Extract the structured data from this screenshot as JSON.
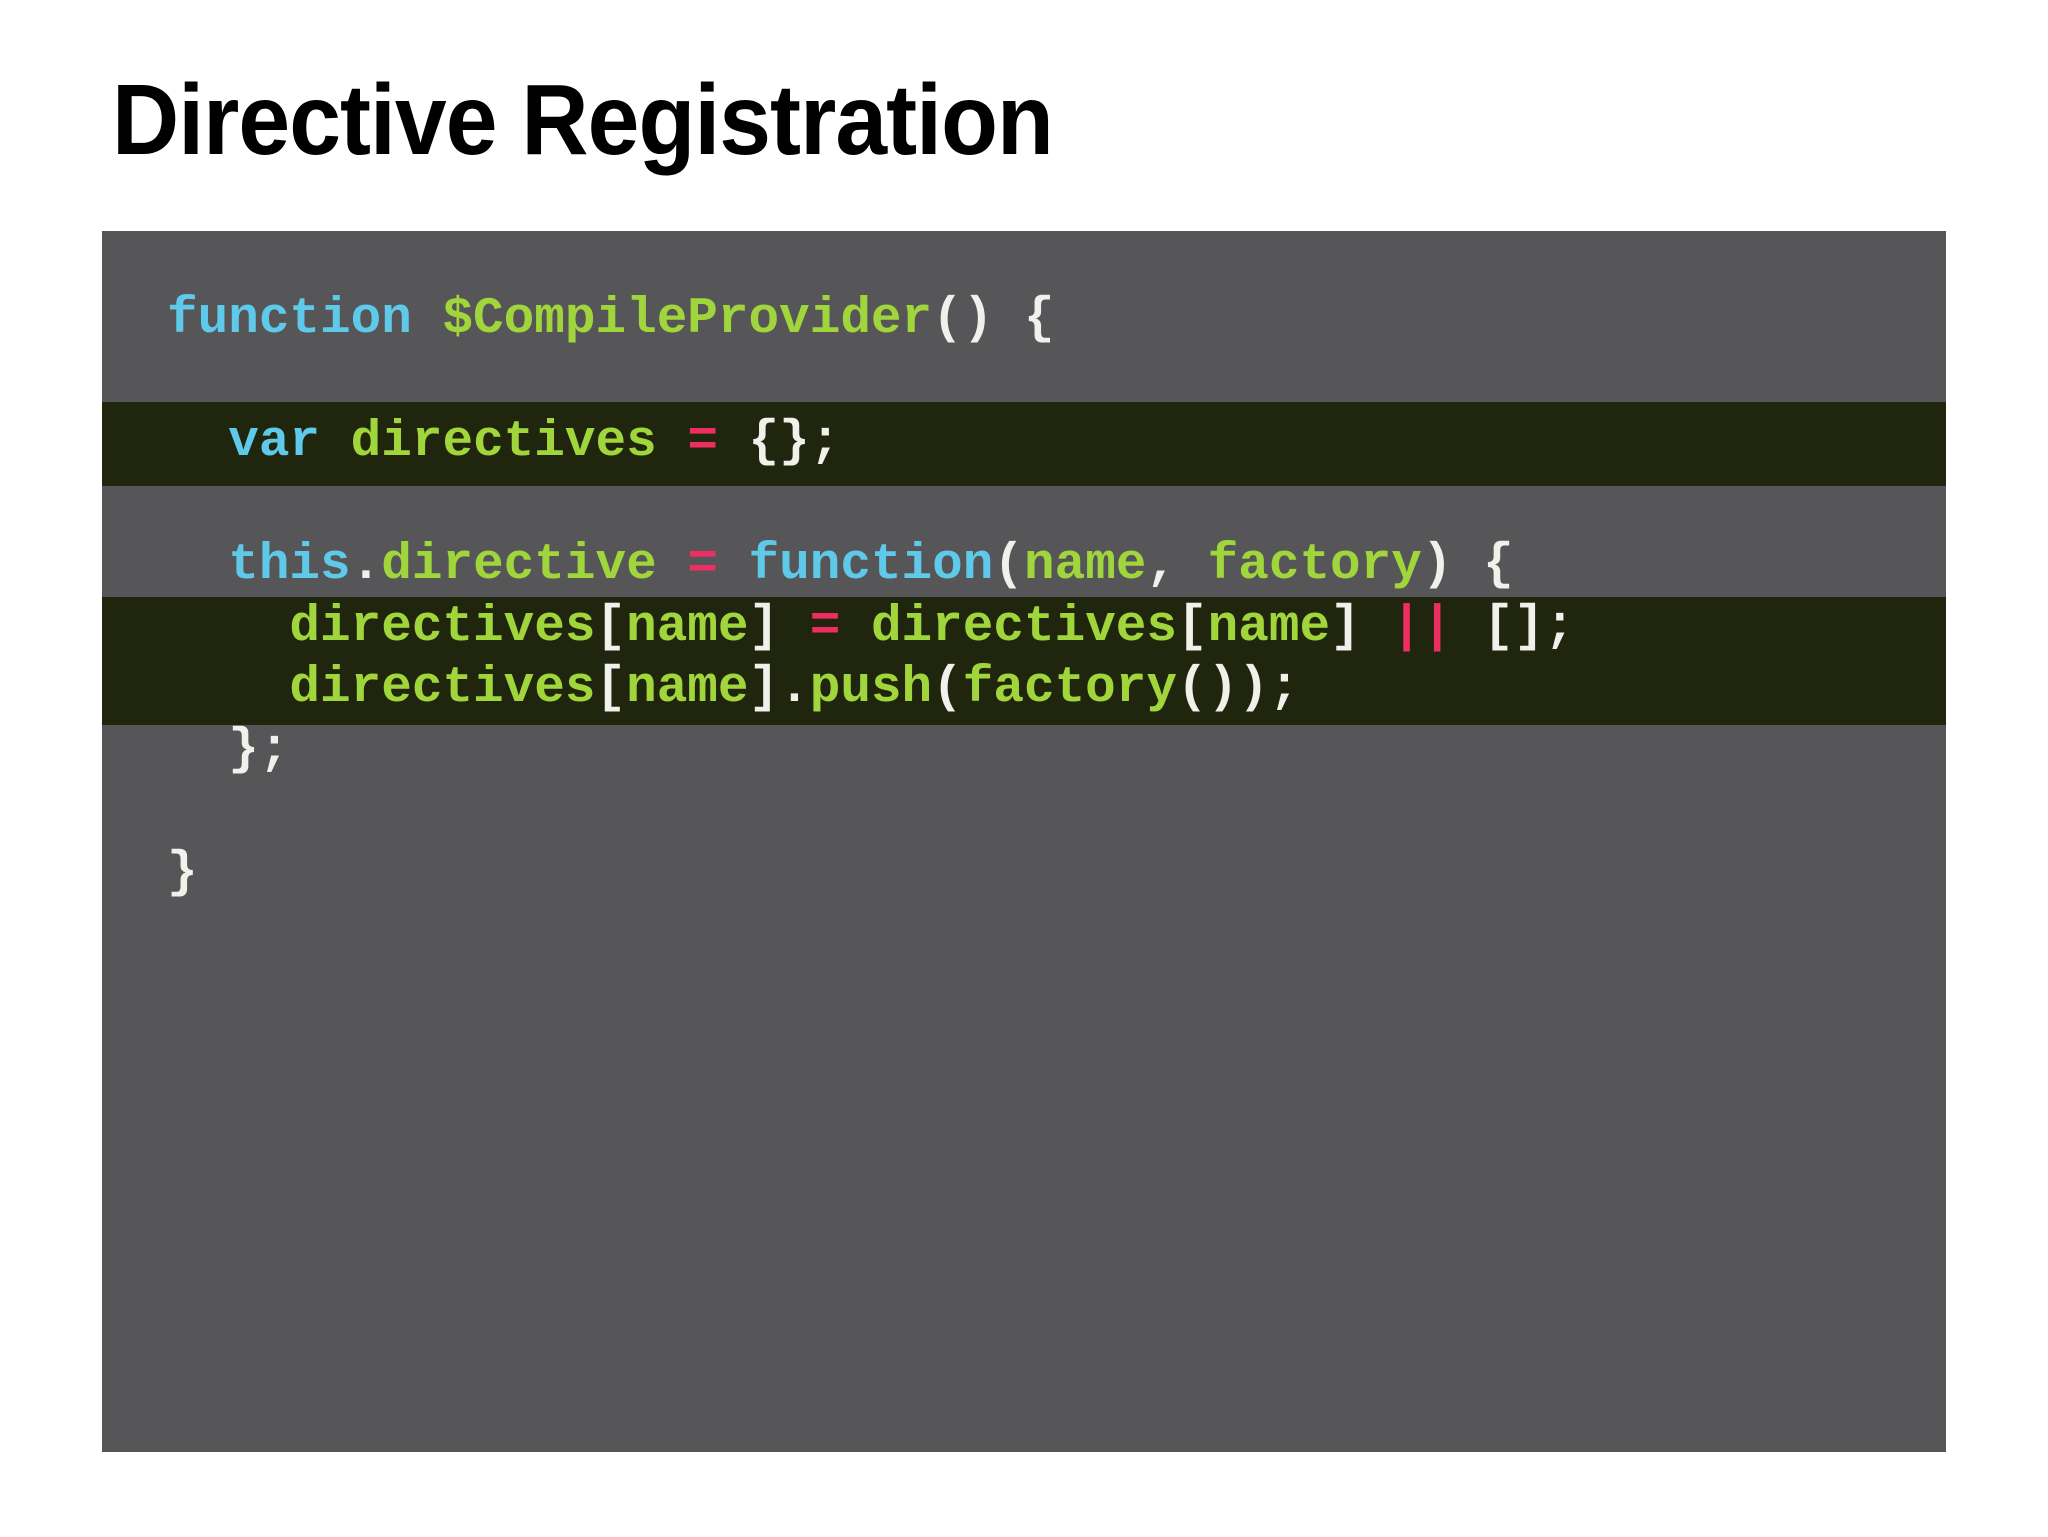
{
  "page": {
    "background": "#ffffff"
  },
  "title": "Directive Registration",
  "title_color": "#000000",
  "code_block": {
    "background": "#565558",
    "highlight_background": "#20260e",
    "colors": {
      "keyword": "#5ec9e8",
      "identifier": "#a0d63c",
      "operator": "#ee2d63",
      "plain": "#f1f0eb"
    },
    "lines": [
      {
        "highlight": false,
        "segments": [
          {
            "c": "keyword",
            "t": "function"
          },
          {
            "c": "plain",
            "t": " "
          },
          {
            "c": "identifier",
            "t": "$CompileProvider"
          },
          {
            "c": "plain",
            "t": "() {"
          }
        ]
      },
      {
        "highlight": false,
        "segments": []
      },
      {
        "highlight": true,
        "segments": [
          {
            "c": "plain",
            "t": "  "
          },
          {
            "c": "keyword",
            "t": "var"
          },
          {
            "c": "plain",
            "t": " "
          },
          {
            "c": "identifier",
            "t": "directives"
          },
          {
            "c": "plain",
            "t": " "
          },
          {
            "c": "operator",
            "t": "="
          },
          {
            "c": "plain",
            "t": " {};"
          }
        ]
      },
      {
        "highlight": false,
        "segments": []
      },
      {
        "highlight": false,
        "segments": [
          {
            "c": "plain",
            "t": "  "
          },
          {
            "c": "keyword",
            "t": "this"
          },
          {
            "c": "plain",
            "t": "."
          },
          {
            "c": "identifier",
            "t": "directive"
          },
          {
            "c": "plain",
            "t": " "
          },
          {
            "c": "operator",
            "t": "="
          },
          {
            "c": "plain",
            "t": " "
          },
          {
            "c": "keyword",
            "t": "function"
          },
          {
            "c": "plain",
            "t": "("
          },
          {
            "c": "identifier",
            "t": "name"
          },
          {
            "c": "plain",
            "t": ", "
          },
          {
            "c": "identifier",
            "t": "factory"
          },
          {
            "c": "plain",
            "t": ") {"
          }
        ]
      },
      {
        "highlight": true,
        "segments": [
          {
            "c": "plain",
            "t": "    "
          },
          {
            "c": "identifier",
            "t": "directives"
          },
          {
            "c": "plain",
            "t": "["
          },
          {
            "c": "identifier",
            "t": "name"
          },
          {
            "c": "plain",
            "t": "] "
          },
          {
            "c": "operator",
            "t": "="
          },
          {
            "c": "plain",
            "t": " "
          },
          {
            "c": "identifier",
            "t": "directives"
          },
          {
            "c": "plain",
            "t": "["
          },
          {
            "c": "identifier",
            "t": "name"
          },
          {
            "c": "plain",
            "t": "] "
          },
          {
            "c": "operator",
            "t": "||"
          },
          {
            "c": "plain",
            "t": " [];"
          }
        ]
      },
      {
        "highlight": true,
        "segments": [
          {
            "c": "plain",
            "t": "    "
          },
          {
            "c": "identifier",
            "t": "directives"
          },
          {
            "c": "plain",
            "t": "["
          },
          {
            "c": "identifier",
            "t": "name"
          },
          {
            "c": "plain",
            "t": "]."
          },
          {
            "c": "identifier",
            "t": "push"
          },
          {
            "c": "plain",
            "t": "("
          },
          {
            "c": "identifier",
            "t": "factory"
          },
          {
            "c": "plain",
            "t": "());"
          }
        ]
      },
      {
        "highlight": false,
        "segments": [
          {
            "c": "plain",
            "t": "  };"
          }
        ]
      },
      {
        "highlight": false,
        "segments": []
      },
      {
        "highlight": false,
        "segments": [
          {
            "c": "plain",
            "t": "}"
          }
        ]
      }
    ]
  }
}
